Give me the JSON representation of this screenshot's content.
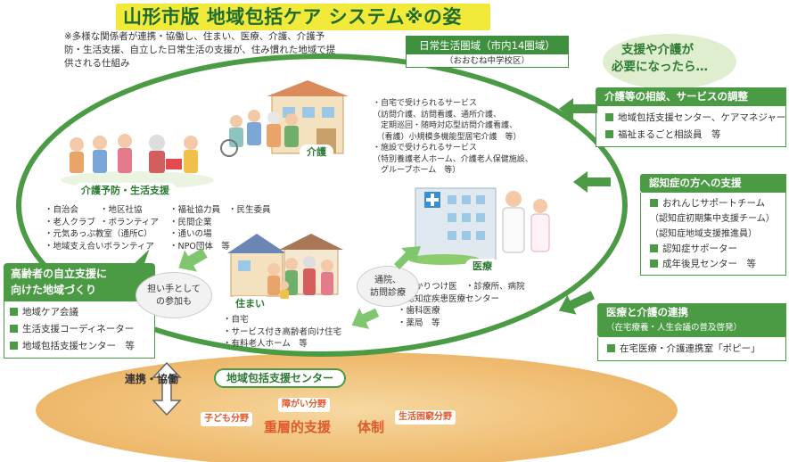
{
  "title": "山形市版 地域包括ケア システム※の姿",
  "note": "※多様な関係者が連携・協働し、住まい、医療、介護、介護予防・生活支援、自立した日常生活の支援が、住み慣れた地域で提供される仕組み",
  "area": {
    "title": "日常生活圏域（市内14圏域）",
    "subtitle": "（おおむね中学校区）"
  },
  "help": {
    "line1": "支援や介護が",
    "line2": "必要になったら…"
  },
  "panels": {
    "consult": {
      "head": "介護等の相談、サービスの調整",
      "items": [
        "地域包括支援センター、ケアマネジャー",
        "福祉まるごと相談員　等"
      ]
    },
    "dementia": {
      "head": "認知症の方への支援",
      "items": [
        "おれんじサポートチーム",
        "（認知症初期集中支援チーム）",
        "（認知症地域支援推進員）",
        "認知症サポーター",
        "成年後見センター　等"
      ]
    },
    "medical_care": {
      "head": "医療と介護の連携",
      "sub": "（在宅療養・人生会議の普及啓発）",
      "items": [
        "在宅医療・介護連携室「ポピー」"
      ]
    }
  },
  "left_box": {
    "head_line1": "高齢者の自立支援に",
    "head_line2": "向けた地域づくり",
    "items": [
      "地域ケア会議",
      "生活支援コーディネーター",
      "地域包括支援センター　等"
    ]
  },
  "kaigo": {
    "label": "介護",
    "list": [
      "・自宅で受けられるサービス",
      "（訪問介護、訪問看護、通所介護、",
      "　定期巡回・随時対応型訪問介護看護、",
      "　（看護）小規模多機能型居宅介護　等）",
      "・施設で受けられるサービス",
      "（特別養護老人ホーム、介護老人保健施設、",
      "　グループホーム　等）"
    ]
  },
  "yobo": {
    "label": "介護予防・生活支援",
    "col1": [
      "・自治会",
      "・老人クラブ",
      "・元気あっぷ教室（通所C）",
      "・地域支え合いボランティア"
    ],
    "col2": [
      "・地区社協",
      "・ボランティア"
    ],
    "col3": [
      "・福祉協力員",
      "・民間企業",
      "・通いの場",
      "・NPO団体　等"
    ],
    "col4": [
      "・民生委員"
    ]
  },
  "sumai": {
    "label": "住まい",
    "list": [
      "・自宅",
      "・サービス付き高齢者向け住宅",
      "・有料老人ホーム　等"
    ]
  },
  "iryo": {
    "label": "医療",
    "list": [
      "・かかりつけ医　・診療所、病院",
      "・認知症疾患医療センター",
      "・歯科医療",
      "・薬局　等"
    ]
  },
  "bubbles": {
    "ninaite_line1": "担い手として",
    "ninaite_line2": "の参加も",
    "tsuin_line1": "通院、",
    "tsuin_line2": "訪問診療"
  },
  "bottom": {
    "renkei": "連携・協働",
    "center": "地域包括支援センター",
    "shogai": "障がい分野",
    "kodomo": "子ども分野",
    "seikatsu": "生活困窮分野",
    "juso": "重層的支援　　体制"
  },
  "colors": {
    "green": "#4b9b44",
    "dark_green": "#2d7a33",
    "title_highlight": "#f2ea3a",
    "orange_text": "#e05a2b",
    "band": "#f0be74"
  }
}
